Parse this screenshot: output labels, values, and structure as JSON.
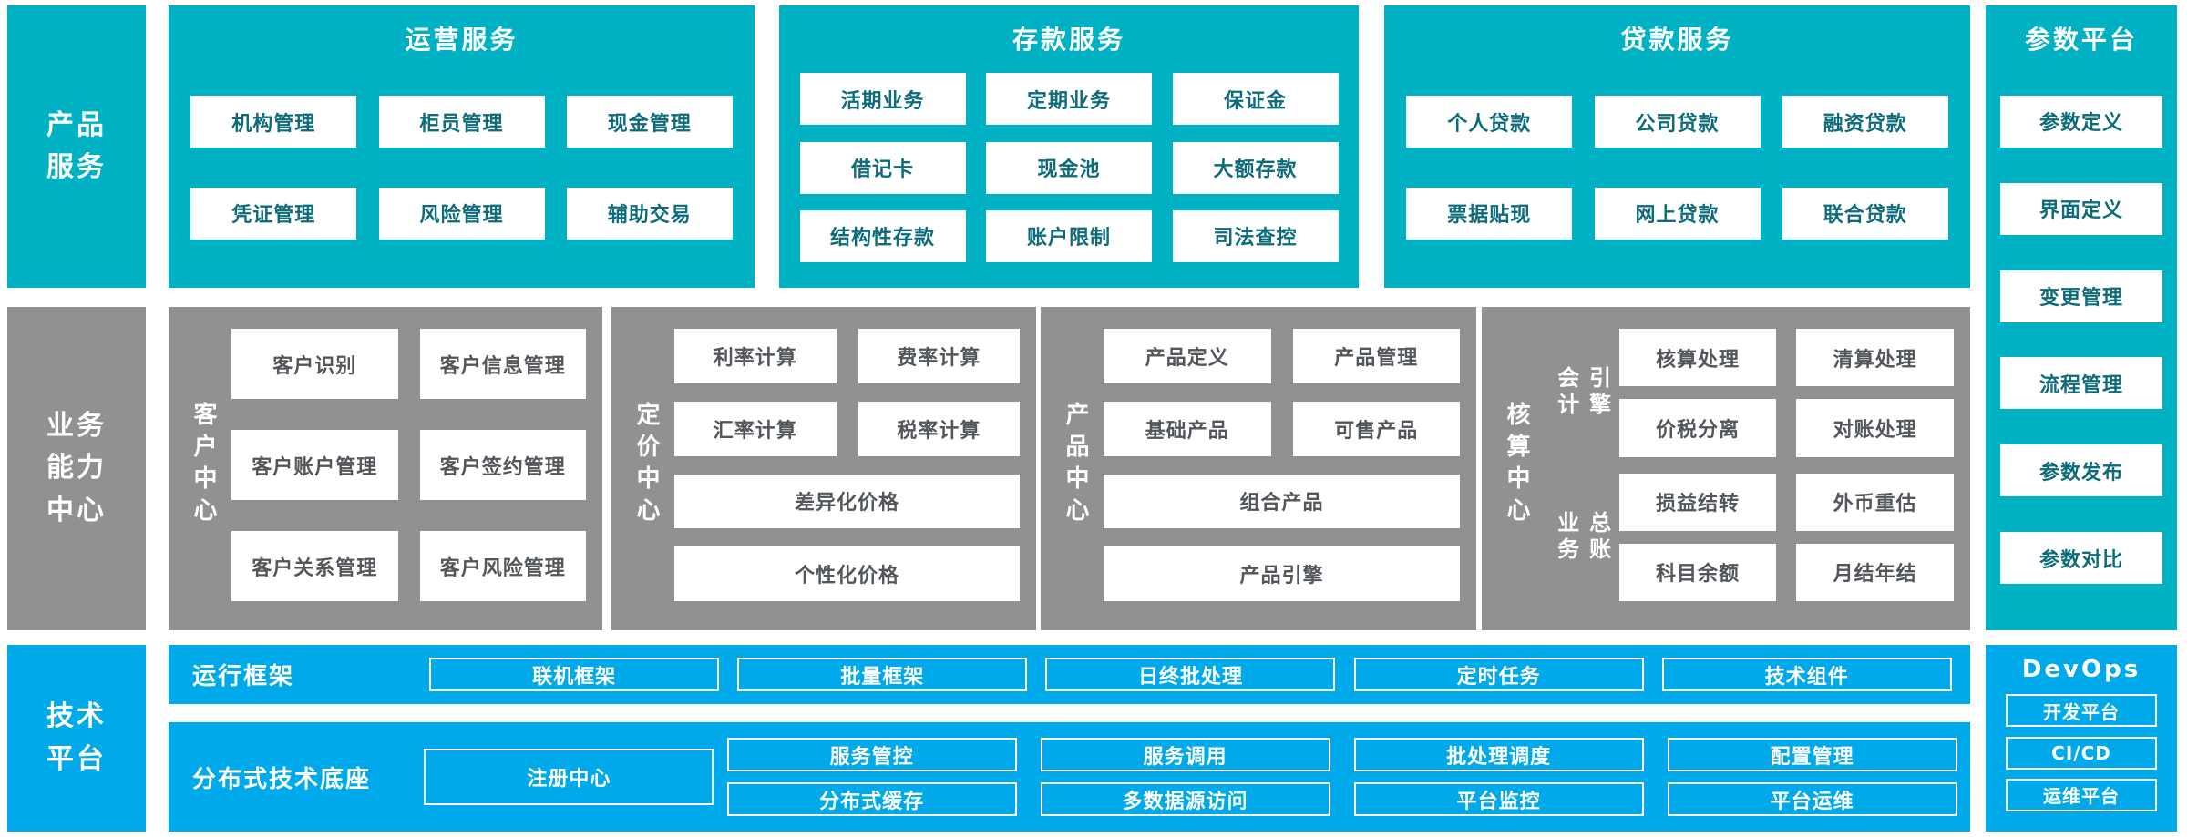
{
  "colors": {
    "teal": "#00b1c4",
    "gray": "#8f9193",
    "blue": "#00a9e9"
  },
  "product_services": {
    "label": "产品\n服务",
    "operations": {
      "title": "运营服务",
      "items": [
        "机构管理",
        "柜员管理",
        "现金管理",
        "凭证管理",
        "风险管理",
        "辅助交易"
      ]
    },
    "deposit": {
      "title": "存款服务",
      "items": [
        "活期业务",
        "定期业务",
        "保证金",
        "借记卡",
        "现金池",
        "大额存款",
        "结构性存款",
        "账户限制",
        "司法查控"
      ]
    },
    "loan": {
      "title": "贷款服务",
      "items": [
        "个人贷款",
        "公司贷款",
        "融资贷款",
        "票据贴现",
        "网上贷款",
        "联合贷款"
      ]
    }
  },
  "parameter_platform": {
    "title": "参数平台",
    "items": [
      "参数定义",
      "界面定义",
      "变更管理",
      "流程管理",
      "参数发布",
      "参数对比"
    ]
  },
  "business_capability": {
    "label": "业务\n能力\n中心",
    "customer": {
      "label": "客户中心",
      "items": [
        "客户识别",
        "客户信息管理",
        "客户账户管理",
        "客户签约管理",
        "客户关系管理",
        "客户风险管理"
      ]
    },
    "pricing": {
      "label": "定价中心",
      "items": [
        "利率计算",
        "费率计算",
        "汇率计算",
        "税率计算"
      ],
      "wide": [
        "差异化价格",
        "个性化价格"
      ]
    },
    "product": {
      "label": "产品中心",
      "items": [
        "产品定义",
        "产品管理",
        "基础产品",
        "可售产品"
      ],
      "wide": [
        "组合产品",
        "产品引擎"
      ]
    },
    "accounting": {
      "label": "核算中心",
      "groups": [
        {
          "label": "会计\n引擎",
          "items": [
            "核算处理",
            "清算处理",
            "价税分离",
            "对账处理"
          ]
        },
        {
          "label": "业务\n总账",
          "items": [
            "损益结转",
            "外币重估",
            "科目余额",
            "月结年结"
          ]
        }
      ]
    }
  },
  "tech_platform": {
    "label": "技术\n平台",
    "runtime": {
      "title": "运行框架",
      "items": [
        "联机框架",
        "批量框架",
        "日终批处理",
        "定时任务",
        "技术组件"
      ]
    },
    "distributed": {
      "title": "分布式技术底座",
      "registry": "注册中心",
      "row1": [
        "服务管控",
        "服务调用",
        "批处理调度",
        "配置管理"
      ],
      "row2": [
        "分布式缓存",
        "多数据源访问",
        "平台监控",
        "平台运维"
      ]
    },
    "devops": {
      "title": "DevOps",
      "items": [
        "开发平台",
        "CI/CD",
        "运维平台"
      ]
    }
  }
}
